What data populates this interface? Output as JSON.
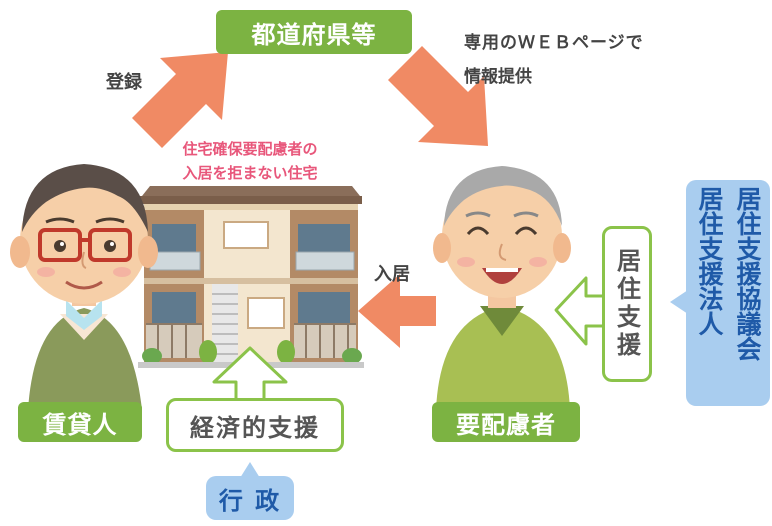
{
  "top_label": "都道府県等",
  "register_label": "登録",
  "web_info_line1": "専用のＷＥＢページで",
  "web_info_line2": "情報提供",
  "house_caption_line1": "住宅確保要配慮者の",
  "house_caption_line2": "入居を拒まない住宅",
  "move_in_label": "入居",
  "landlord_label": "賃貸人",
  "elderly_label": "要配慮者",
  "economic_support": "経済的支援",
  "residential_support": "居住支援",
  "gov_label": "行 政",
  "council_col1": "居住支援協議会",
  "council_col2": "居住支援法人",
  "colors": {
    "green": "#7cb342",
    "orange_arrow": "#f08a64",
    "blue_box": "#a9cdef",
    "pink": "#e8577b"
  }
}
